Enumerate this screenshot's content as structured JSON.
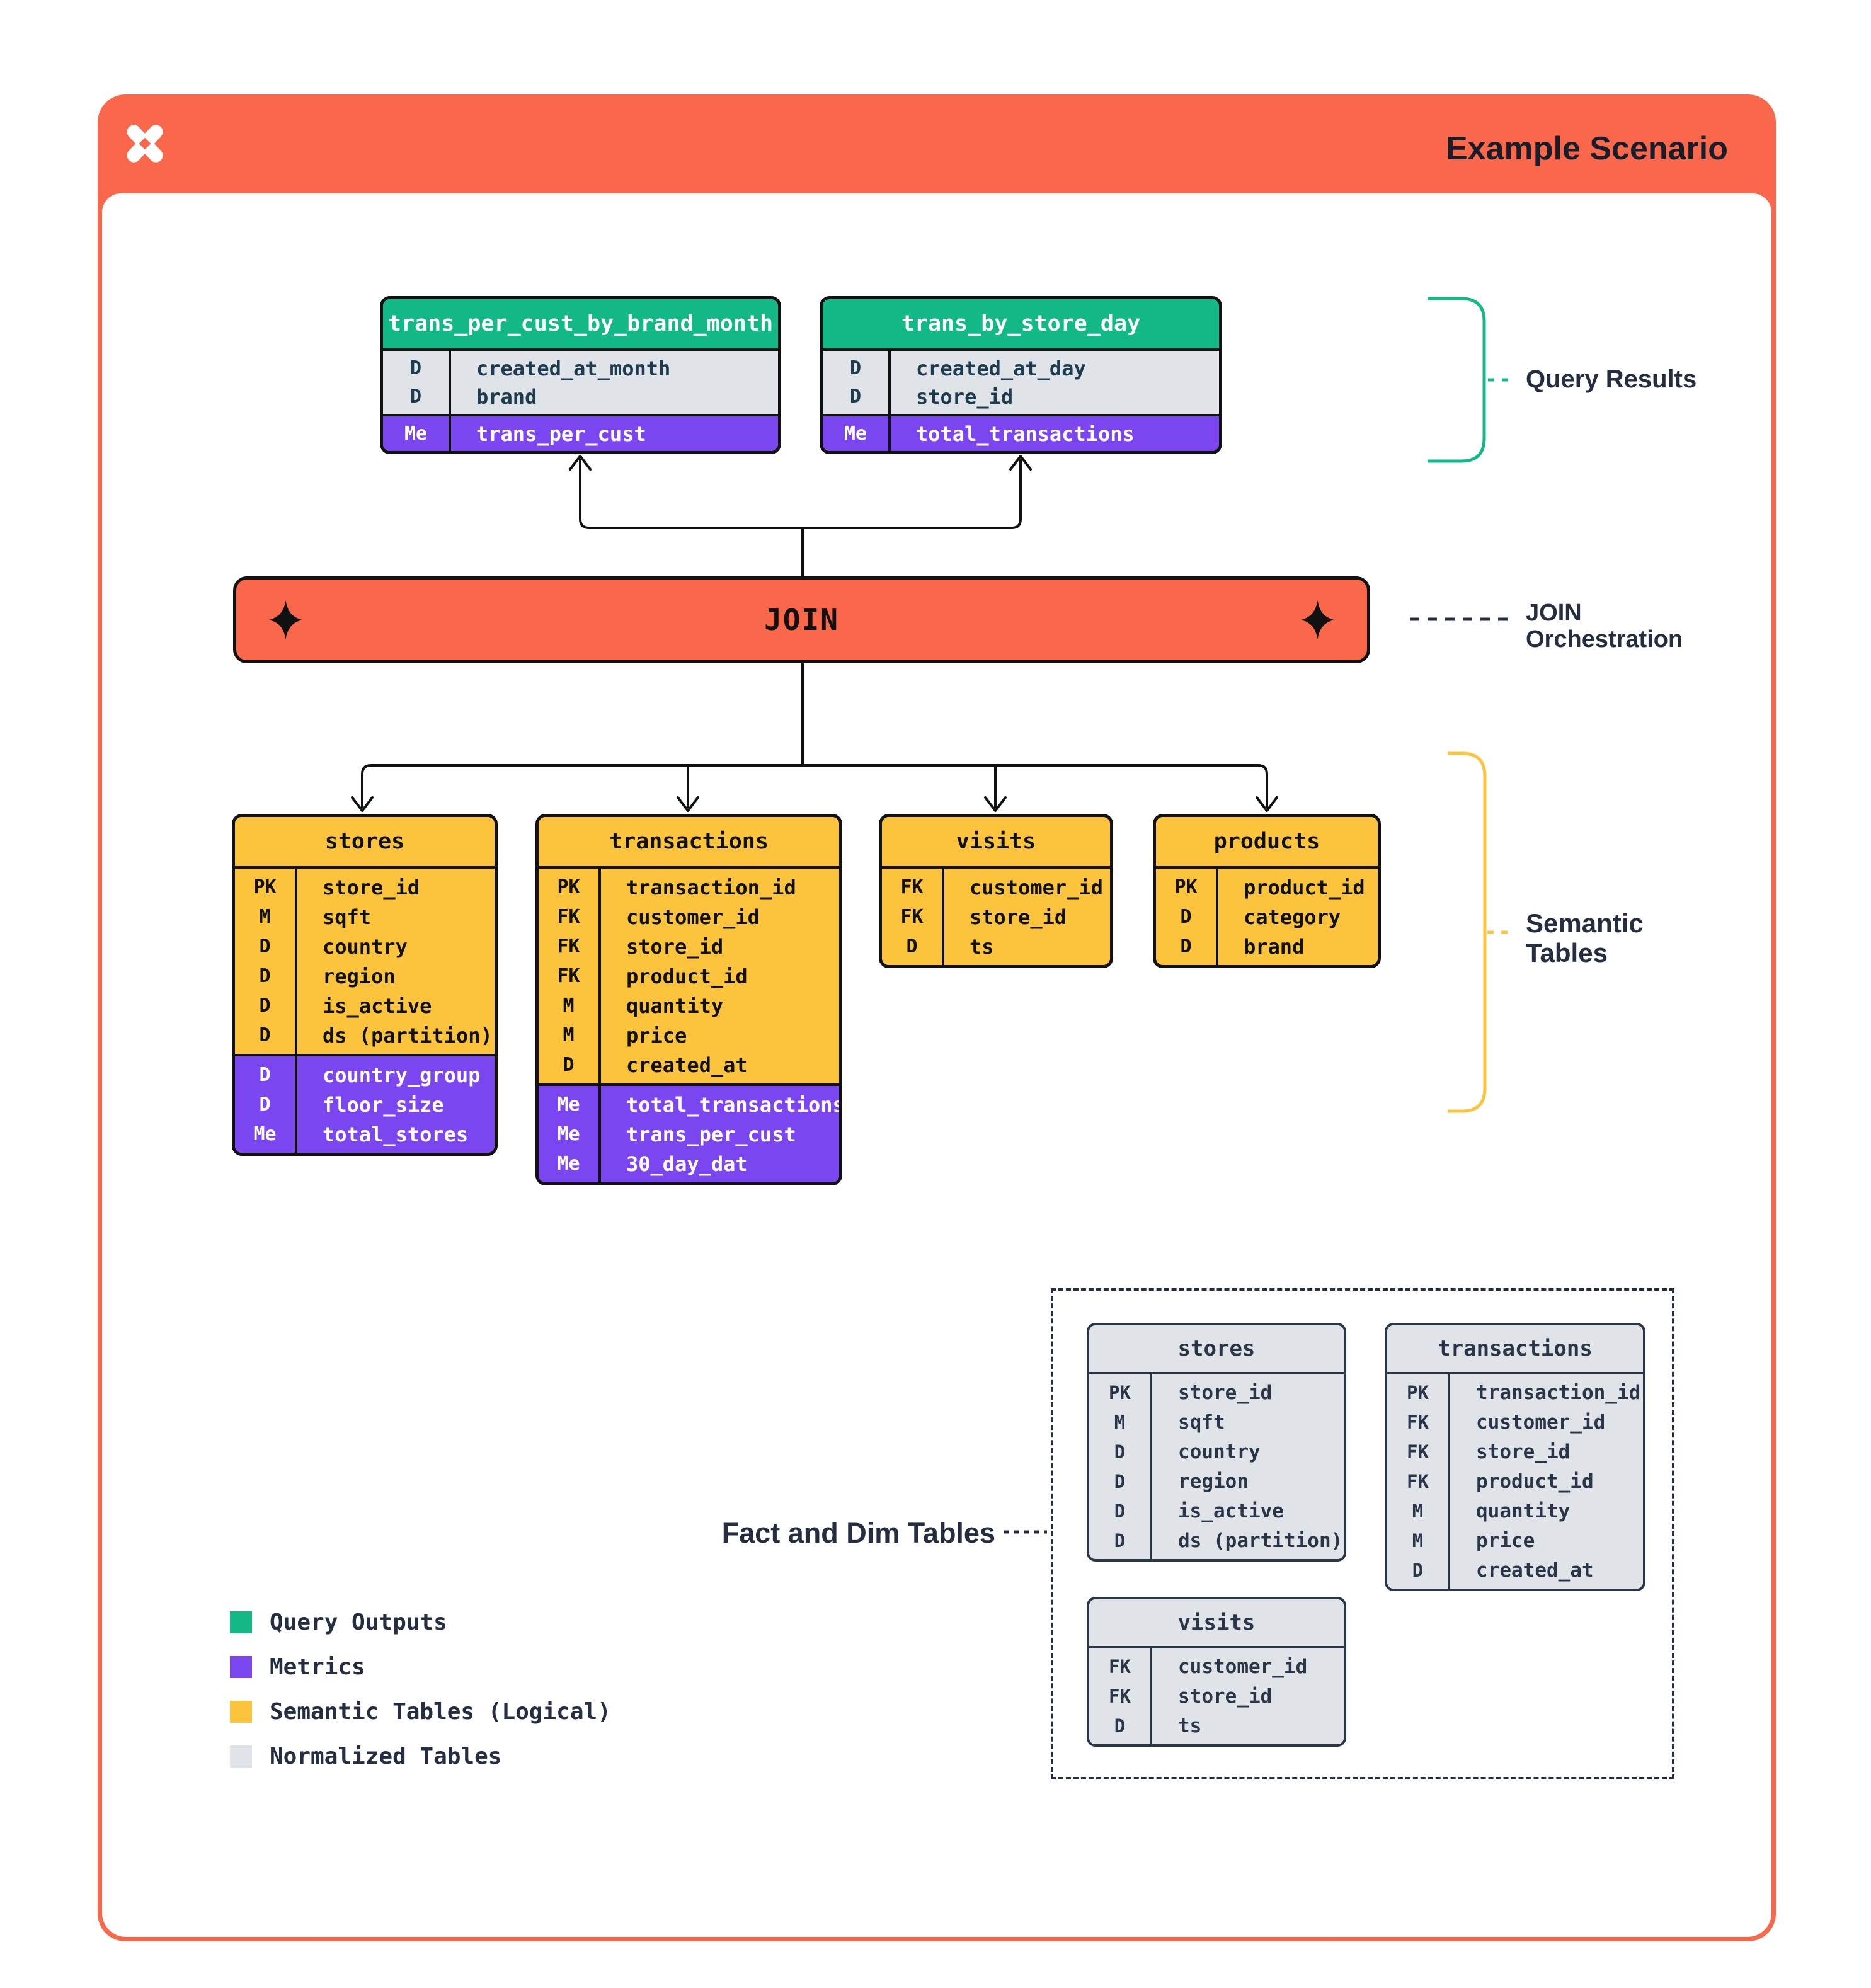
{
  "header": {
    "title": "Example Scenario"
  },
  "join": {
    "label": "JOIN",
    "annotation_lines": [
      "JOIN",
      "Orchestration"
    ]
  },
  "labels": {
    "query_results": "Query Results",
    "semantic_lines": [
      "Semantic",
      "Tables"
    ],
    "fact_dim": "Fact and Dim Tables"
  },
  "query_results": {
    "tables": [
      {
        "title": "trans_per_cust_by_brand_month",
        "sections": [
          {
            "kind": "plain",
            "rows": [
              [
                "D",
                "created_at_month"
              ],
              [
                "D",
                "brand"
              ]
            ]
          },
          {
            "kind": "metrics",
            "rows": [
              [
                "Me",
                "trans_per_cust"
              ]
            ]
          }
        ]
      },
      {
        "title": "trans_by_store_day",
        "sections": [
          {
            "kind": "plain",
            "rows": [
              [
                "D",
                "created_at_day"
              ],
              [
                "D",
                "store_id"
              ]
            ]
          },
          {
            "kind": "metrics",
            "rows": [
              [
                "Me",
                "total_transactions"
              ]
            ]
          }
        ]
      }
    ]
  },
  "semantic": {
    "tables": [
      {
        "title": "stores",
        "sections": [
          {
            "kind": "plain",
            "rows": [
              [
                "PK",
                "store_id"
              ],
              [
                "M",
                "sqft"
              ],
              [
                "D",
                "country"
              ],
              [
                "D",
                "region"
              ],
              [
                "D",
                "is_active"
              ],
              [
                "D",
                "ds (partition)"
              ]
            ]
          },
          {
            "kind": "metrics",
            "rows": [
              [
                "D",
                "country_group"
              ],
              [
                "D",
                "floor_size"
              ],
              [
                "Me",
                "total_stores"
              ]
            ]
          }
        ]
      },
      {
        "title": "transactions",
        "sections": [
          {
            "kind": "plain",
            "rows": [
              [
                "PK",
                "transaction_id"
              ],
              [
                "FK",
                "customer_id"
              ],
              [
                "FK",
                "store_id"
              ],
              [
                "FK",
                "product_id"
              ],
              [
                "M",
                "quantity"
              ],
              [
                "M",
                "price"
              ],
              [
                "D",
                "created_at"
              ]
            ]
          },
          {
            "kind": "metrics",
            "rows": [
              [
                "Me",
                "total_transactions"
              ],
              [
                "Me",
                "trans_per_cust"
              ],
              [
                "Me",
                "30_day_dat"
              ]
            ]
          }
        ]
      },
      {
        "title": "visits",
        "sections": [
          {
            "kind": "plain",
            "rows": [
              [
                "FK",
                "customer_id"
              ],
              [
                "FK",
                "store_id"
              ],
              [
                "D",
                "ts"
              ]
            ]
          }
        ]
      },
      {
        "title": "products",
        "sections": [
          {
            "kind": "plain",
            "rows": [
              [
                "PK",
                "product_id"
              ],
              [
                "D",
                "category"
              ],
              [
                "D",
                "brand"
              ]
            ]
          }
        ]
      }
    ]
  },
  "fact_dim": {
    "tables": [
      {
        "title": "stores",
        "sections": [
          {
            "kind": "plain",
            "rows": [
              [
                "PK",
                "store_id"
              ],
              [
                "M",
                "sqft"
              ],
              [
                "D",
                "country"
              ],
              [
                "D",
                "region"
              ],
              [
                "D",
                "is_active"
              ],
              [
                "D",
                "ds (partition)"
              ]
            ]
          }
        ]
      },
      {
        "title": "transactions",
        "sections": [
          {
            "kind": "plain",
            "rows": [
              [
                "PK",
                "transaction_id"
              ],
              [
                "FK",
                "customer_id"
              ],
              [
                "FK",
                "store_id"
              ],
              [
                "FK",
                "product_id"
              ],
              [
                "M",
                "quantity"
              ],
              [
                "M",
                "price"
              ],
              [
                "D",
                "created_at"
              ]
            ]
          }
        ]
      },
      {
        "title": "visits",
        "sections": [
          {
            "kind": "plain",
            "rows": [
              [
                "FK",
                "customer_id"
              ],
              [
                "FK",
                "store_id"
              ],
              [
                "D",
                "ts"
              ]
            ]
          }
        ]
      }
    ]
  },
  "legend": {
    "items": [
      {
        "label": "Query Outputs",
        "color": "#12B886"
      },
      {
        "label": "Metrics",
        "color": "#7B46F0"
      },
      {
        "label": "Semantic Tables (Logical)",
        "color": "#FCC43D"
      },
      {
        "label": "Normalized Tables",
        "color": "#E0E4E9"
      }
    ]
  },
  "colors": {
    "orange": "#F9684A",
    "teal": "#12B886",
    "purple": "#7B46F0",
    "yellow": "#FCC43D",
    "row_gray": "#E0E4E9",
    "ink": "#111111",
    "navy_label": "#252D40",
    "slate": "#2A3547",
    "green_row_text": "#1D3C50"
  }
}
